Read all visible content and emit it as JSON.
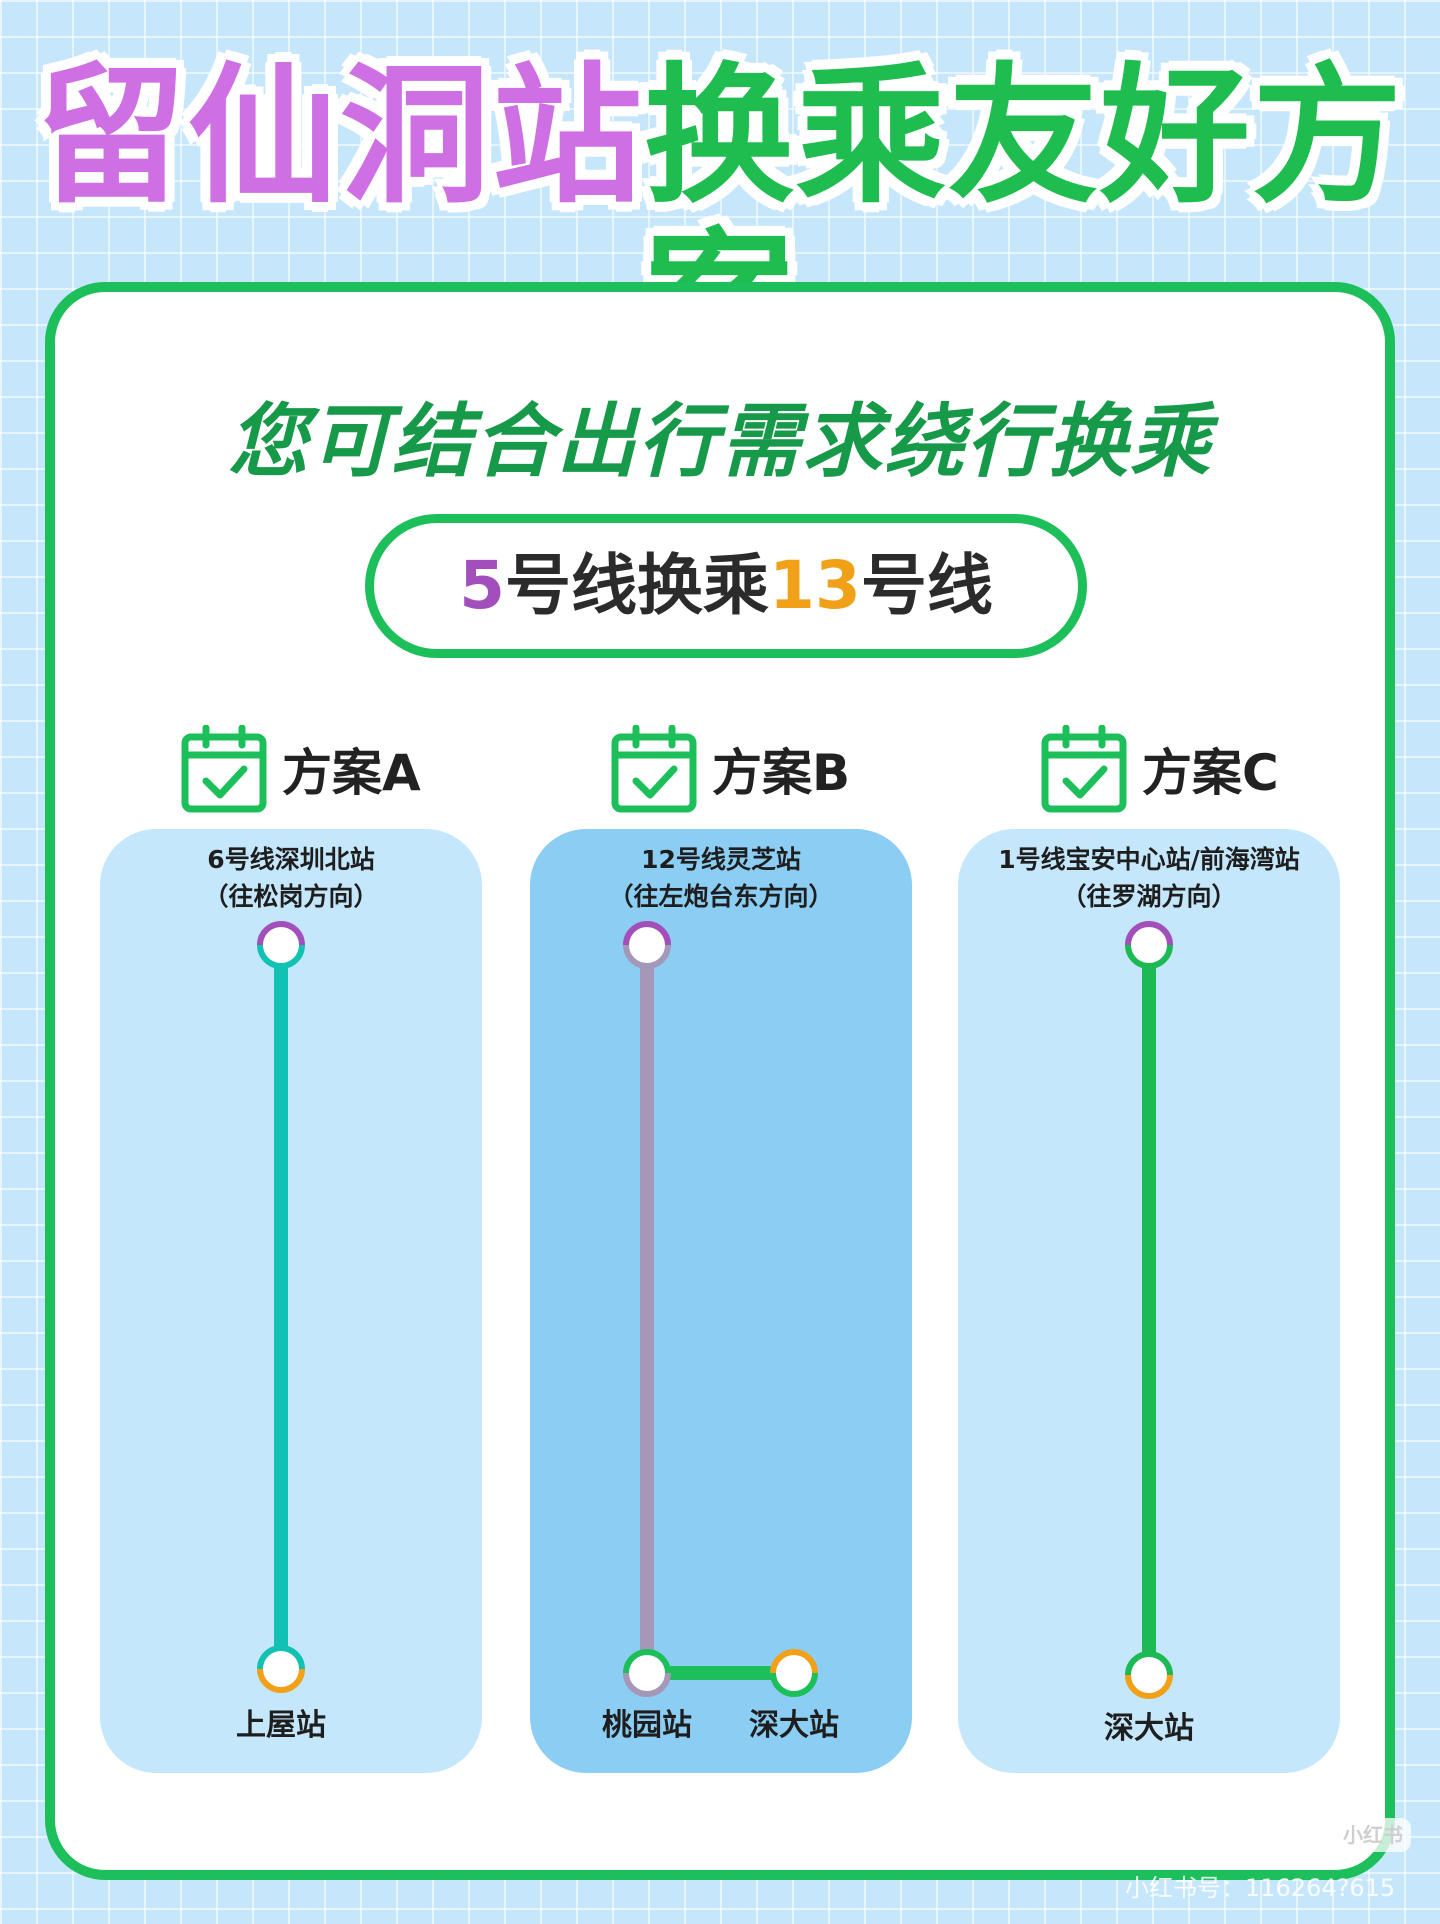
{
  "header": {
    "title_part1": "留仙洞站",
    "title_part2": "换乘友好方案"
  },
  "card": {
    "subtitle": "您可结合出行需求绕行换乘",
    "transfer_pill": {
      "line_a": "5",
      "mid": "号线换乘",
      "line_b": "13",
      "tail": "号线"
    }
  },
  "plans": [
    {
      "label": "方案A",
      "start_line": "6号线深圳北站",
      "direction": "（往松岗方向）",
      "end_station": "上屋站",
      "route_color": "#11c2b2"
    },
    {
      "label": "方案B",
      "start_line": "12号线灵芝站",
      "direction": "（往左炮台东方向）",
      "mid_station": "桃园站",
      "end_station": "深大站",
      "route_color": "#a597b8",
      "transfer_color": "#1dbf5a"
    },
    {
      "label": "方案C",
      "start_line": "1号线宝安中心站/前海湾站",
      "direction": "（往罗湖方向）",
      "end_station": "深大站",
      "route_color": "#1db954"
    }
  ],
  "colors": {
    "line5_purple": "#a24fbb",
    "line13_orange": "#f0a118",
    "brand_green": "#1dbf5a"
  },
  "watermark": {
    "logo": "小红书",
    "text": "小红书号：116264?615"
  }
}
